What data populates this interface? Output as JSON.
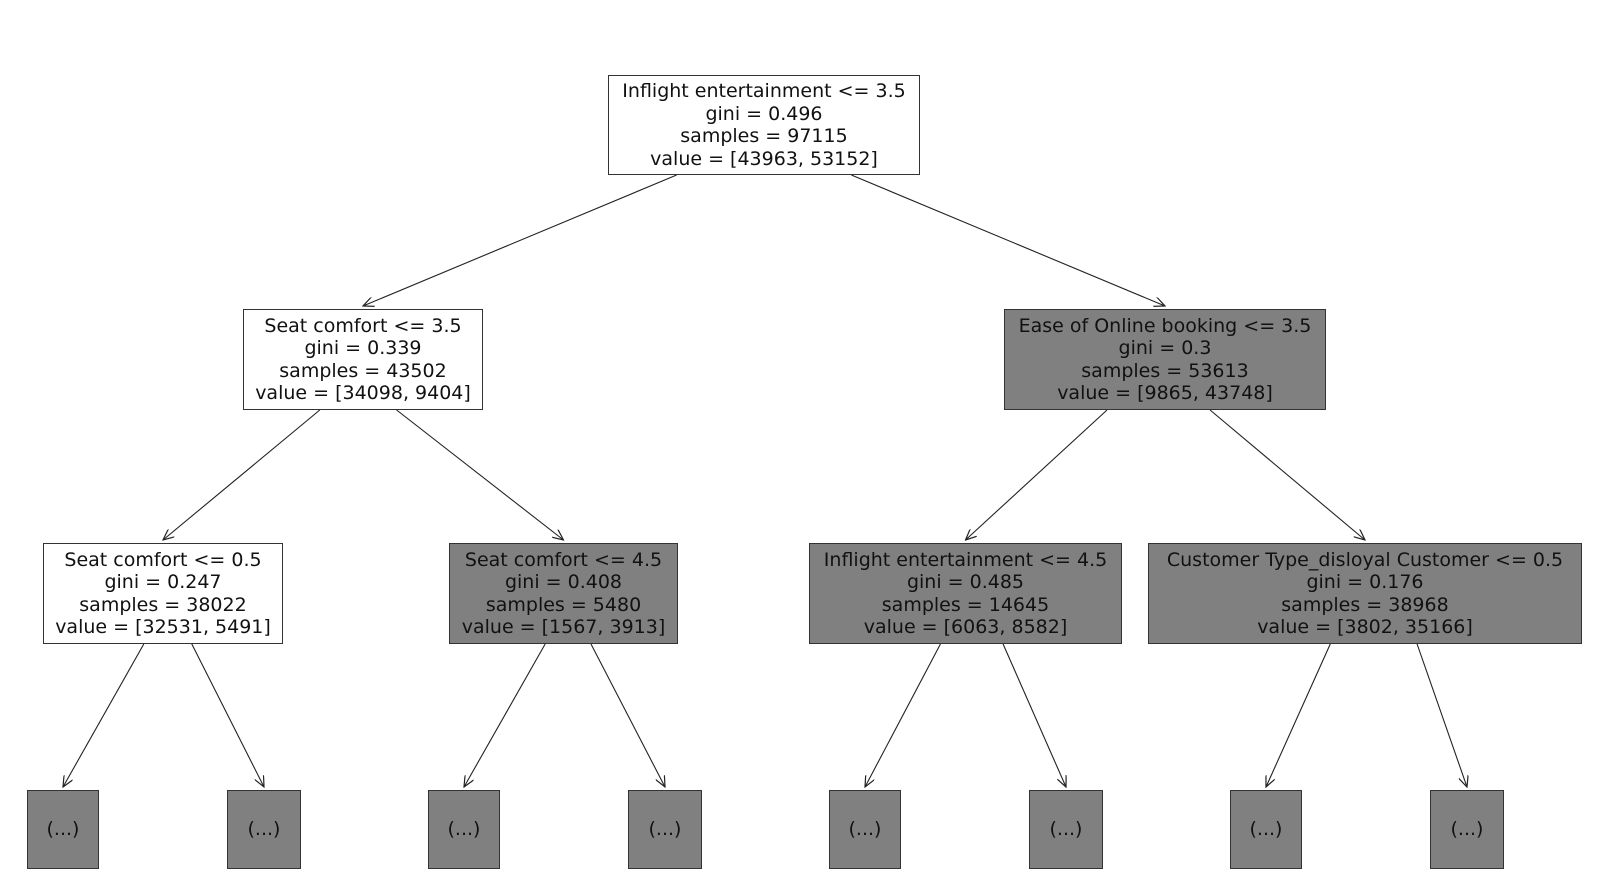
{
  "colors": {
    "leaf_fill": "#808080",
    "split_fill_gray": "#808080",
    "split_fill_white": "#ffffff",
    "edge": "#222222"
  },
  "tree": {
    "nodes": [
      {
        "id": "root",
        "lines": [
          "Inflight entertainment <= 3.5",
          "gini = 0.496",
          "samples = 97115",
          "value = [43963, 53152]"
        ],
        "fill": "white"
      },
      {
        "id": "n_left",
        "lines": [
          "Seat comfort <= 3.5",
          "gini = 0.339",
          "samples = 43502",
          "value = [34098, 9404]"
        ],
        "fill": "white"
      },
      {
        "id": "n_right",
        "lines": [
          "Ease of Online booking <= 3.5",
          "gini = 0.3",
          "samples = 53613",
          "value = [9865, 43748]"
        ],
        "fill": "gray"
      },
      {
        "id": "n_ll",
        "lines": [
          "Seat comfort <= 0.5",
          "gini = 0.247",
          "samples = 38022",
          "value = [32531, 5491]"
        ],
        "fill": "white"
      },
      {
        "id": "n_lr",
        "lines": [
          "Seat comfort <= 4.5",
          "gini = 0.408",
          "samples = 5480",
          "value = [1567, 3913]"
        ],
        "fill": "gray"
      },
      {
        "id": "n_rl",
        "lines": [
          "Inflight entertainment <= 4.5",
          "gini = 0.485",
          "samples = 14645",
          "value = [6063, 8582]"
        ],
        "fill": "gray"
      },
      {
        "id": "n_rr",
        "lines": [
          "Customer Type_disloyal Customer <= 0.5",
          "gini = 0.176",
          "samples = 38968",
          "value = [3802, 35166]"
        ],
        "fill": "gray"
      },
      {
        "id": "leaf1",
        "lines": [
          "(...)"
        ],
        "fill": "gray"
      },
      {
        "id": "leaf2",
        "lines": [
          "(...)"
        ],
        "fill": "gray"
      },
      {
        "id": "leaf3",
        "lines": [
          "(...)"
        ],
        "fill": "gray"
      },
      {
        "id": "leaf4",
        "lines": [
          "(...)"
        ],
        "fill": "gray"
      },
      {
        "id": "leaf5",
        "lines": [
          "(...)"
        ],
        "fill": "gray"
      },
      {
        "id": "leaf6",
        "lines": [
          "(...)"
        ],
        "fill": "gray"
      },
      {
        "id": "leaf7",
        "lines": [
          "(...)"
        ],
        "fill": "gray"
      },
      {
        "id": "leaf8",
        "lines": [
          "(...)"
        ],
        "fill": "gray"
      }
    ],
    "edges": [
      [
        "root",
        "n_left"
      ],
      [
        "root",
        "n_right"
      ],
      [
        "n_left",
        "n_ll"
      ],
      [
        "n_left",
        "n_lr"
      ],
      [
        "n_right",
        "n_rl"
      ],
      [
        "n_right",
        "n_rr"
      ],
      [
        "n_ll",
        "leaf1"
      ],
      [
        "n_ll",
        "leaf2"
      ],
      [
        "n_lr",
        "leaf3"
      ],
      [
        "n_lr",
        "leaf4"
      ],
      [
        "n_rl",
        "leaf5"
      ],
      [
        "n_rl",
        "leaf6"
      ],
      [
        "n_rr",
        "leaf7"
      ],
      [
        "n_rr",
        "leaf8"
      ]
    ]
  }
}
